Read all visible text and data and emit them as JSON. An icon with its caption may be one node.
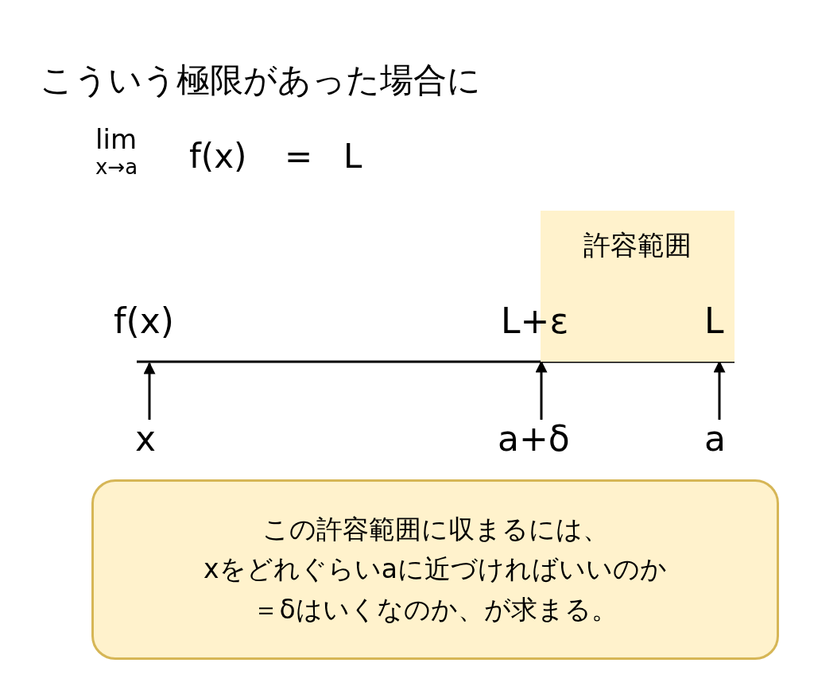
{
  "diagram": {
    "title": "こういう極限があった場合に",
    "nodes": [
      {
        "text": [
          "許容範囲"
        ]
      },
      {
        "text": [
          "x"
        ]
      },
      {
        "text": [
          "a+δ"
        ]
      },
      {
        "text": [
          "a"
        ]
      },
      {
        "text": [
          "この許容範囲に収まるには、",
          "xをどれぐらいaに近づければいいのか",
          "＝δはいくなのか、が求まる。"
        ]
      }
    ],
    "edges": [
      {
        "from": 1,
        "to": null,
        "arrow": "to"
      },
      {
        "from": 2,
        "to": 0,
        "arrow": "to"
      },
      {
        "from": 3,
        "to": 0,
        "arrow": "to"
      }
    ],
    "labels": [
      "lim",
      "x→a",
      "f(x)",
      "=",
      "L",
      "f(x)",
      "L+ε",
      "L"
    ]
  }
}
